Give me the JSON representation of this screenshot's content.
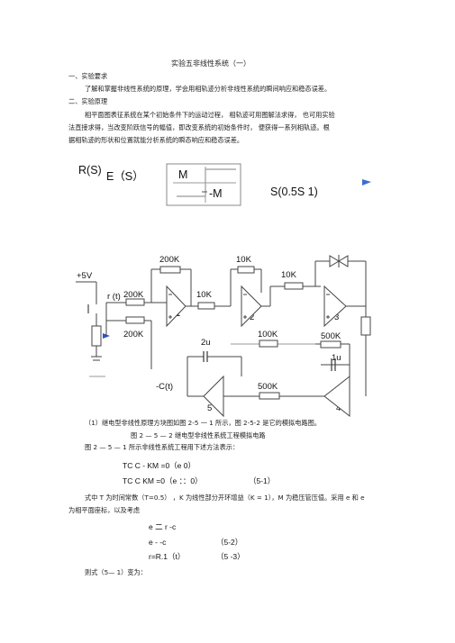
{
  "title": "实验五非线性系统（一）",
  "section1": {
    "heading": "一、实验要求",
    "body": "了解和掌握非线性系统的原理，学会用相轨迹分析非线性系统的瞬间响应和稳态误差。"
  },
  "section2": {
    "heading": "二、实验原理",
    "lines": [
      "相平面图表征系统在某个初始条件下的运动过程，      相轨迹可用图解法求得，  也可用实验",
      "法直接求得，当改变阶跃信号的幅值，即改变系统的初始条件时，        便获得一系列相轨迹。根",
      "据相轨迹的形状和位置就能分析系统的瞬态响应和稳态误差。"
    ]
  },
  "block_diagram": {
    "input_label": "R(S)",
    "error_label": "E（S）",
    "relay_upper": "M",
    "relay_lower": "-M",
    "plant_label": "S(0.5S 1)"
  },
  "circuit": {
    "supply": "+5V",
    "input": "r (t)",
    "output": "-C(t)",
    "resistors": [
      "200K",
      "200K",
      "200K",
      "10K",
      "10K",
      "10K",
      "100K",
      "500K",
      "500K"
    ],
    "capacitors": [
      "2u",
      "1u"
    ],
    "opamps": [
      "1",
      "2",
      "3",
      "4",
      "5"
    ]
  },
  "captions": {
    "fig_line": "（1）继电型非线性原理方块图如图      2-5  一  1 所示，图 2-5-2 是它的模拟电路图。",
    "fig_title": "图 2 —  5 —  2 继电型非线性系统工程模拟电路",
    "intro": "图 2  —  5 —  1 所示非线性系统工程用下述方法表示："
  },
  "equations": {
    "eq1": "TC C - KM =0（e       0）",
    "eq2": "TC C KM =0（e ：：0）",
    "eq2_num": "（5-1）",
    "explain1": "式中 T 为时间常数（T=0.5）  ，K 为线性部分开环增益（K = 1），M 为稳压管压值。采用 e 和 e",
    "explain2": "为相平面座标，以及考虑",
    "eq3": "e 二 r -c",
    "eq4": "e - -c",
    "eq4_num": "（5-2）",
    "eq5": "r=R.1（t）",
    "eq5_num": "（5 -3）",
    "closing": "则式（5— 1）变为："
  }
}
